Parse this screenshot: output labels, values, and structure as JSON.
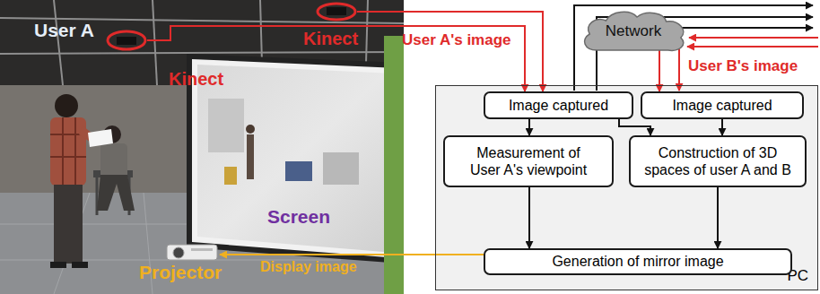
{
  "diagram": {
    "nodes": [
      {
        "text": [
          "Kinect"
        ]
      },
      {
        "text": [
          "Kinect"
        ]
      },
      {
        "text": [
          "Projector"
        ]
      },
      {
        "text": [
          "Network"
        ]
      },
      {
        "text": [
          "PC"
        ]
      },
      {
        "text": [
          "Image captured"
        ],
        "in": 4
      },
      {
        "text": [
          "Image captured"
        ],
        "in": 4
      },
      {
        "text": [
          "Measurement of User A's viewpoint"
        ],
        "in": 4
      },
      {
        "text": [
          "Construction of 3D spaces of user A and B"
        ],
        "in": 4
      },
      {
        "text": [
          "Generation of mirror image"
        ],
        "in": 4
      }
    ],
    "edges": [
      {
        "from": 0,
        "to": 5,
        "arrow": "to"
      },
      {
        "from": 1,
        "to": 5,
        "label": "User A's image",
        "arrow": "to"
      },
      {
        "from": 3,
        "to": 6,
        "label": "User B's image",
        "arrow": "to"
      },
      {
        "from": 5,
        "to": 7,
        "arrow": "to"
      },
      {
        "from": 5,
        "to": 8,
        "arrow": "to"
      },
      {
        "from": 6,
        "to": 8,
        "arrow": "to"
      },
      {
        "from": 7,
        "to": 9,
        "arrow": "to"
      },
      {
        "from": 8,
        "to": 9,
        "arrow": "to"
      },
      {
        "from": 9,
        "to": 2,
        "label": "Display image",
        "arrow": "to"
      }
    ],
    "labels": [
      "User A",
      "Screen"
    ]
  }
}
